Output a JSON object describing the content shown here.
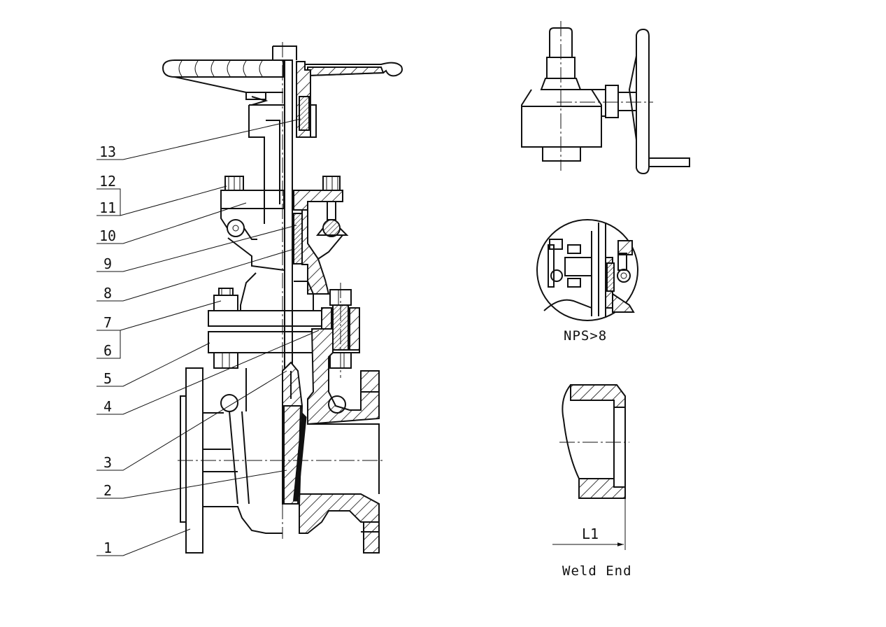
{
  "drawing": {
    "part_numbers": [
      "13",
      "12",
      "11",
      "10",
      "9",
      "8",
      "7",
      "6",
      "5",
      "4",
      "3",
      "2",
      "1"
    ],
    "detail_caption": "NPS>8",
    "weld_end": {
      "dimension_label": "L1",
      "caption": "Weld End"
    }
  }
}
